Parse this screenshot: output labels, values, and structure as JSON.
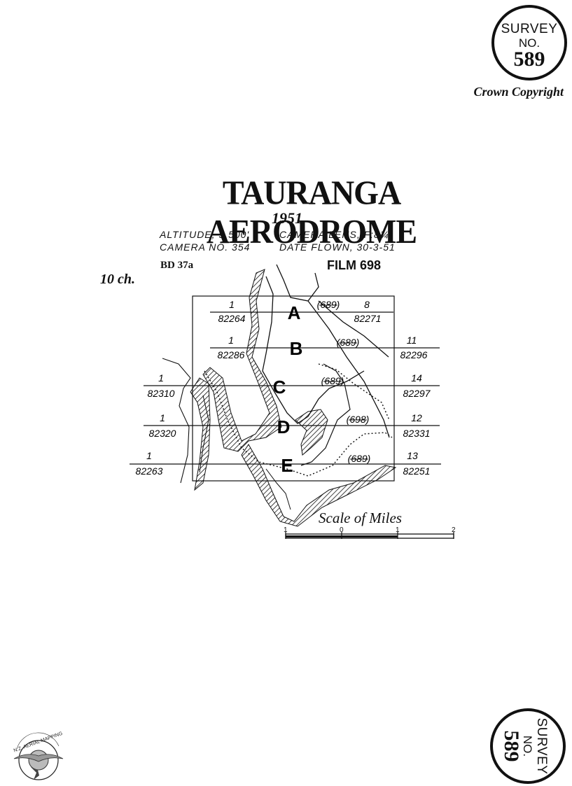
{
  "stamp": {
    "line1": "SURVEY",
    "line2": "NO.",
    "number": "589"
  },
  "copyright": "Crown Copyright",
  "title": "TAURANGA AERODROME",
  "year": "1951",
  "details": {
    "altitude": "ALTITUDE, 5,500'",
    "camera_lens": "CAMERA LENS, F:8¼",
    "camera_no": "CAMERA NO. 354",
    "date_flown": "DATE FLOWN, 30-3-51"
  },
  "reference": "BD 37a",
  "film": "FILM 698",
  "scale_chain": "10 ch.",
  "runs": [
    "A",
    "B",
    "C",
    "D",
    "E"
  ],
  "photos": {
    "left": [
      {
        "num": "1",
        "id": "82264"
      },
      {
        "num": "1",
        "id": "82286"
      },
      {
        "num": "1",
        "id": "82310"
      },
      {
        "num": "1",
        "id": "82320"
      },
      {
        "num": "1",
        "id": "82263"
      }
    ],
    "film_refs": [
      "(689)",
      "(689)",
      "(689)",
      "(698)",
      "(689)"
    ],
    "right": [
      {
        "num": "8",
        "id": "82271"
      },
      {
        "num": "11",
        "id": "82296"
      },
      {
        "num": "14",
        "id": "82297"
      },
      {
        "num": "12",
        "id": "82331"
      },
      {
        "num": "13",
        "id": "82251"
      }
    ]
  },
  "scale_bar": {
    "title": "Scale of Miles",
    "ticks": [
      "1",
      "0",
      "1",
      "2"
    ]
  },
  "logo_text": "N.Z. AERIAL MAPPING LTD."
}
